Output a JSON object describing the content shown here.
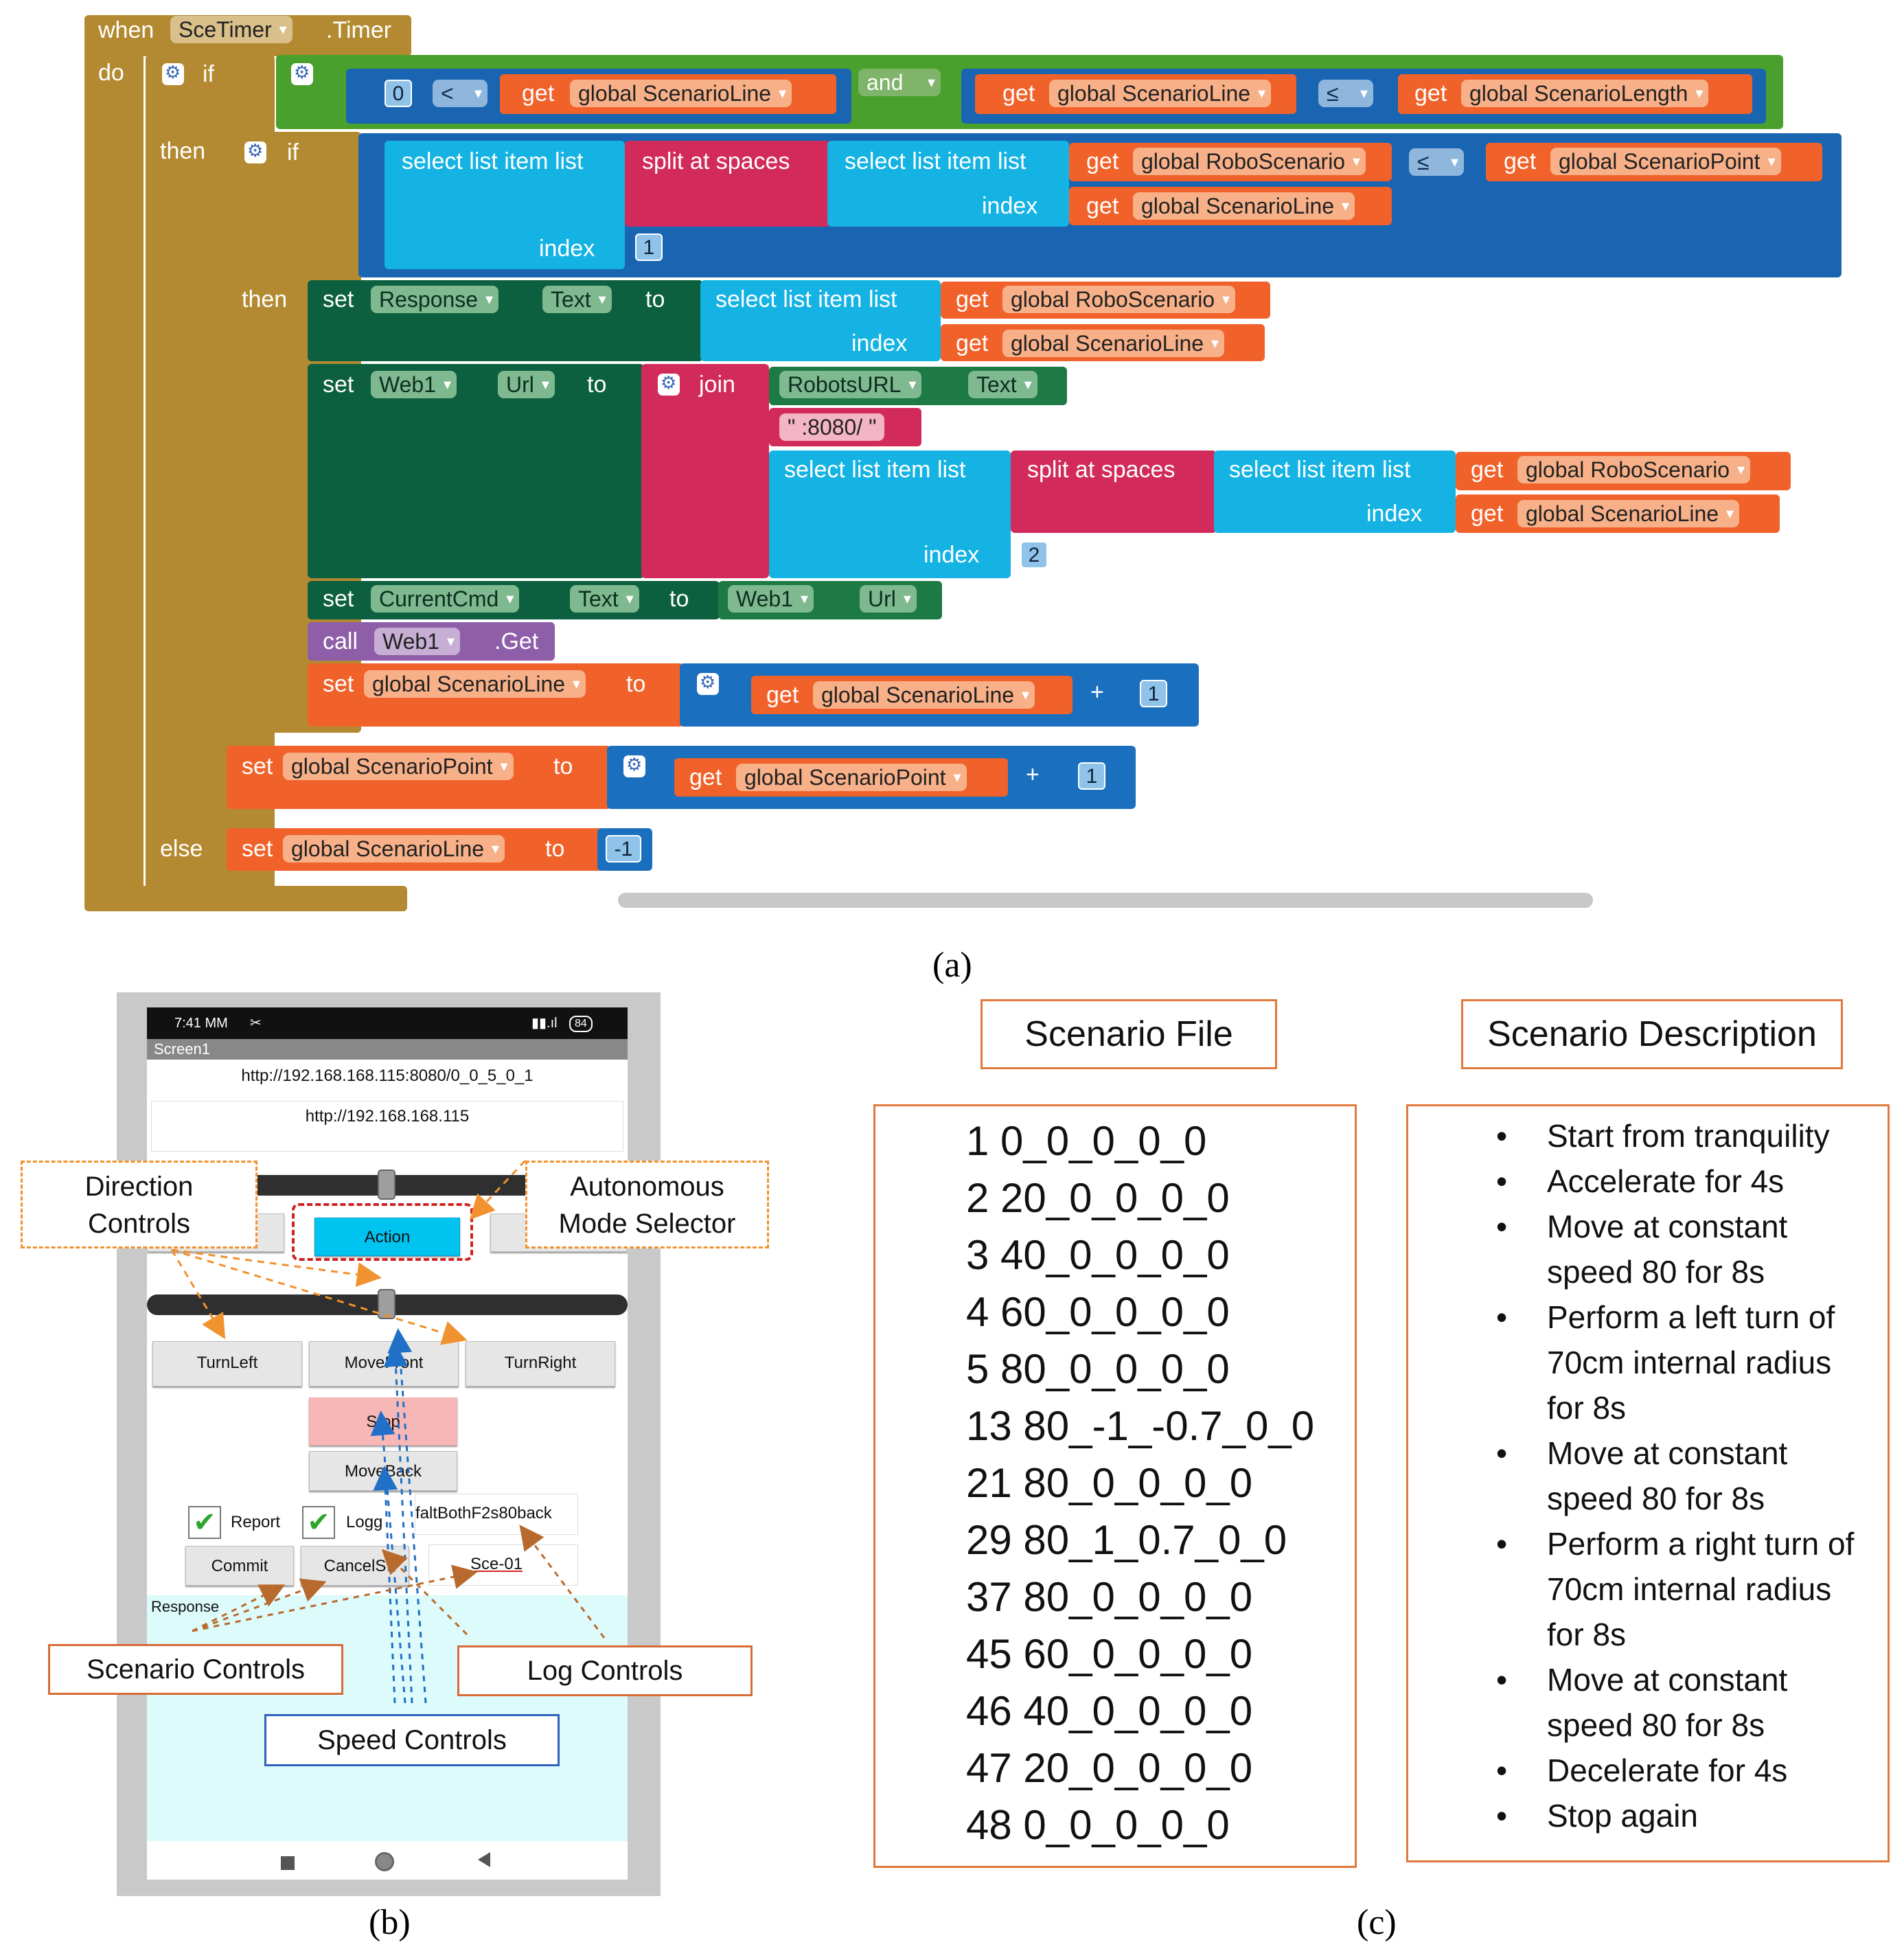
{
  "panel_a": {
    "caption": "(a)",
    "event": {
      "when": "when",
      "component": "SceTimer",
      "event_name": ".Timer",
      "do": "do"
    },
    "if1": {
      "if": "if",
      "zero": "0",
      "lt_op": "<",
      "get": "get",
      "var1": "global ScenarioLine",
      "and": "and",
      "var2": "global ScenarioLine",
      "le_op": "≤",
      "var3": "global ScenarioLength"
    },
    "then": "then",
    "else": "else",
    "if2": {
      "if": "if",
      "select": "select list item  list",
      "split": "split at spaces",
      "select2": "select list item  list",
      "var_robo": "global RoboScenario",
      "le_op": "≤",
      "var_point": "global ScenarioPoint",
      "index_label": "index",
      "var_line": "global ScenarioLine",
      "index1": "1"
    },
    "set_response": {
      "set": "set",
      "component": "Response",
      "prop": "Text",
      "to": "to",
      "select": "select list item  list",
      "var_robo": "global RoboScenario",
      "index_label": "index",
      "var_line": "global ScenarioLine"
    },
    "set_web": {
      "set": "set",
      "component": "Web1",
      "prop": "Url",
      "to": "to",
      "join": "join",
      "robots": "RobotsURL",
      "text": "Text",
      "port": "\" :8080/ \"",
      "select": "select list item  list",
      "split": "split at spaces",
      "select2": "select list item  list",
      "var_robo": "global RoboScenario",
      "index_label": "index",
      "var_line": "global ScenarioLine",
      "index2": "2"
    },
    "set_cmd": {
      "set": "set",
      "component": "CurrentCmd",
      "prop": "Text",
      "to": "to",
      "web": "Web1",
      "url": "Url"
    },
    "call_web": {
      "call": "call",
      "component": "Web1",
      "method": ".Get"
    },
    "set_line": {
      "set": "set",
      "var": "global ScenarioLine",
      "to": "to",
      "get": "get",
      "var2": "global ScenarioLine",
      "plus": "+",
      "one": "1"
    },
    "set_point": {
      "set": "set",
      "var": "global ScenarioPoint",
      "to": "to",
      "get": "get",
      "var2": "global ScenarioPoint",
      "plus": "+",
      "one": "1"
    },
    "else_set": {
      "set": "set",
      "var": "global ScenarioLine",
      "to": "to",
      "neg": "-1"
    }
  },
  "panel_b": {
    "caption": "(b)",
    "status": {
      "time": "7:41 MM",
      "battery": "84"
    },
    "screen_title": "Screen1",
    "url_text": "http://192.168.168.115:8080/0_0_5_0_1",
    "url_input": "http://192.168.168.115",
    "action": "Action",
    "turn_left": "TurnLeft",
    "move_front": "MoveFront",
    "turn_right": "TurnRight",
    "stop": "Stop",
    "move_back": "MoveBack",
    "report": "Report",
    "logg": "Logg",
    "log_file": "faltBothF2s80back",
    "commit": "Commit",
    "cancel": "CancelS",
    "sce": "Sce-01",
    "response": "Response",
    "callouts": {
      "direction": "Direction\nControls",
      "autonomous": "Autonomous\nMode Selector",
      "scenario": "Scenario Controls",
      "log": "Log Controls",
      "speed": "Speed Controls"
    }
  },
  "panel_c": {
    "caption": "(c)",
    "file_header": "Scenario File",
    "desc_header": "Scenario Description",
    "file_lines": [
      "1    0_0_0_0_0",
      "2  20_0_0_0_0",
      "3  40_0_0_0_0",
      "4  60_0_0_0_0",
      "5  80_0_0_0_0",
      "13  80_-1_-0.7_0_0",
      "21  80_0_0_0_0",
      "29  80_1_0.7_0_0",
      "37  80_0_0_0_0",
      "45  60_0_0_0_0",
      "46  40_0_0_0_0",
      "47  20_0_0_0_0",
      "48   0_0_0_0_0"
    ],
    "description": [
      [
        "Start from tranquility"
      ],
      [
        "Accelerate for 4s"
      ],
      [
        "Move at constant",
        "speed 80 for 8s"
      ],
      [
        "Perform a left turn of",
        "70cm internal radius",
        "for 8s"
      ],
      [
        "Move at constant",
        "speed 80 for 8s"
      ],
      [
        "Perform a right turn of",
        "70cm internal radius",
        "for 8s"
      ],
      [
        "Move at constant",
        "speed 80 for 8s"
      ],
      [
        "Decelerate for 4s"
      ],
      [
        "Stop again"
      ]
    ]
  }
}
